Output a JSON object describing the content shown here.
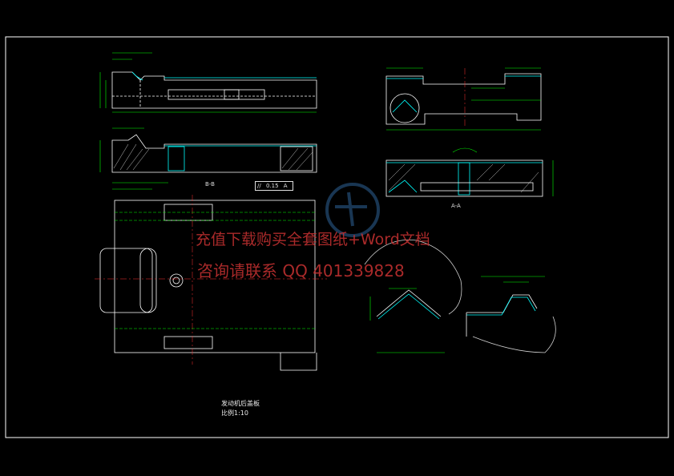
{
  "watermark": {
    "line1": "充值下载购买全套图纸+Word文档",
    "line2": "咨询请联系 QQ 401339828"
  },
  "title_block": {
    "name": "发动机后盖板",
    "scale": "比例1:10"
  },
  "section_labels": {
    "b": "B-B",
    "a": "A-A"
  },
  "tolerance_frame": {
    "symbol": "//",
    "value": "0.15",
    "datum": "A"
  },
  "colors": {
    "background": "#000000",
    "outline": "#ffffff",
    "dimension": "#00ff00",
    "centerline": "#ff3030",
    "hatch": "#ffffff",
    "highlight": "#00ffff",
    "watermark": "#c83232"
  }
}
